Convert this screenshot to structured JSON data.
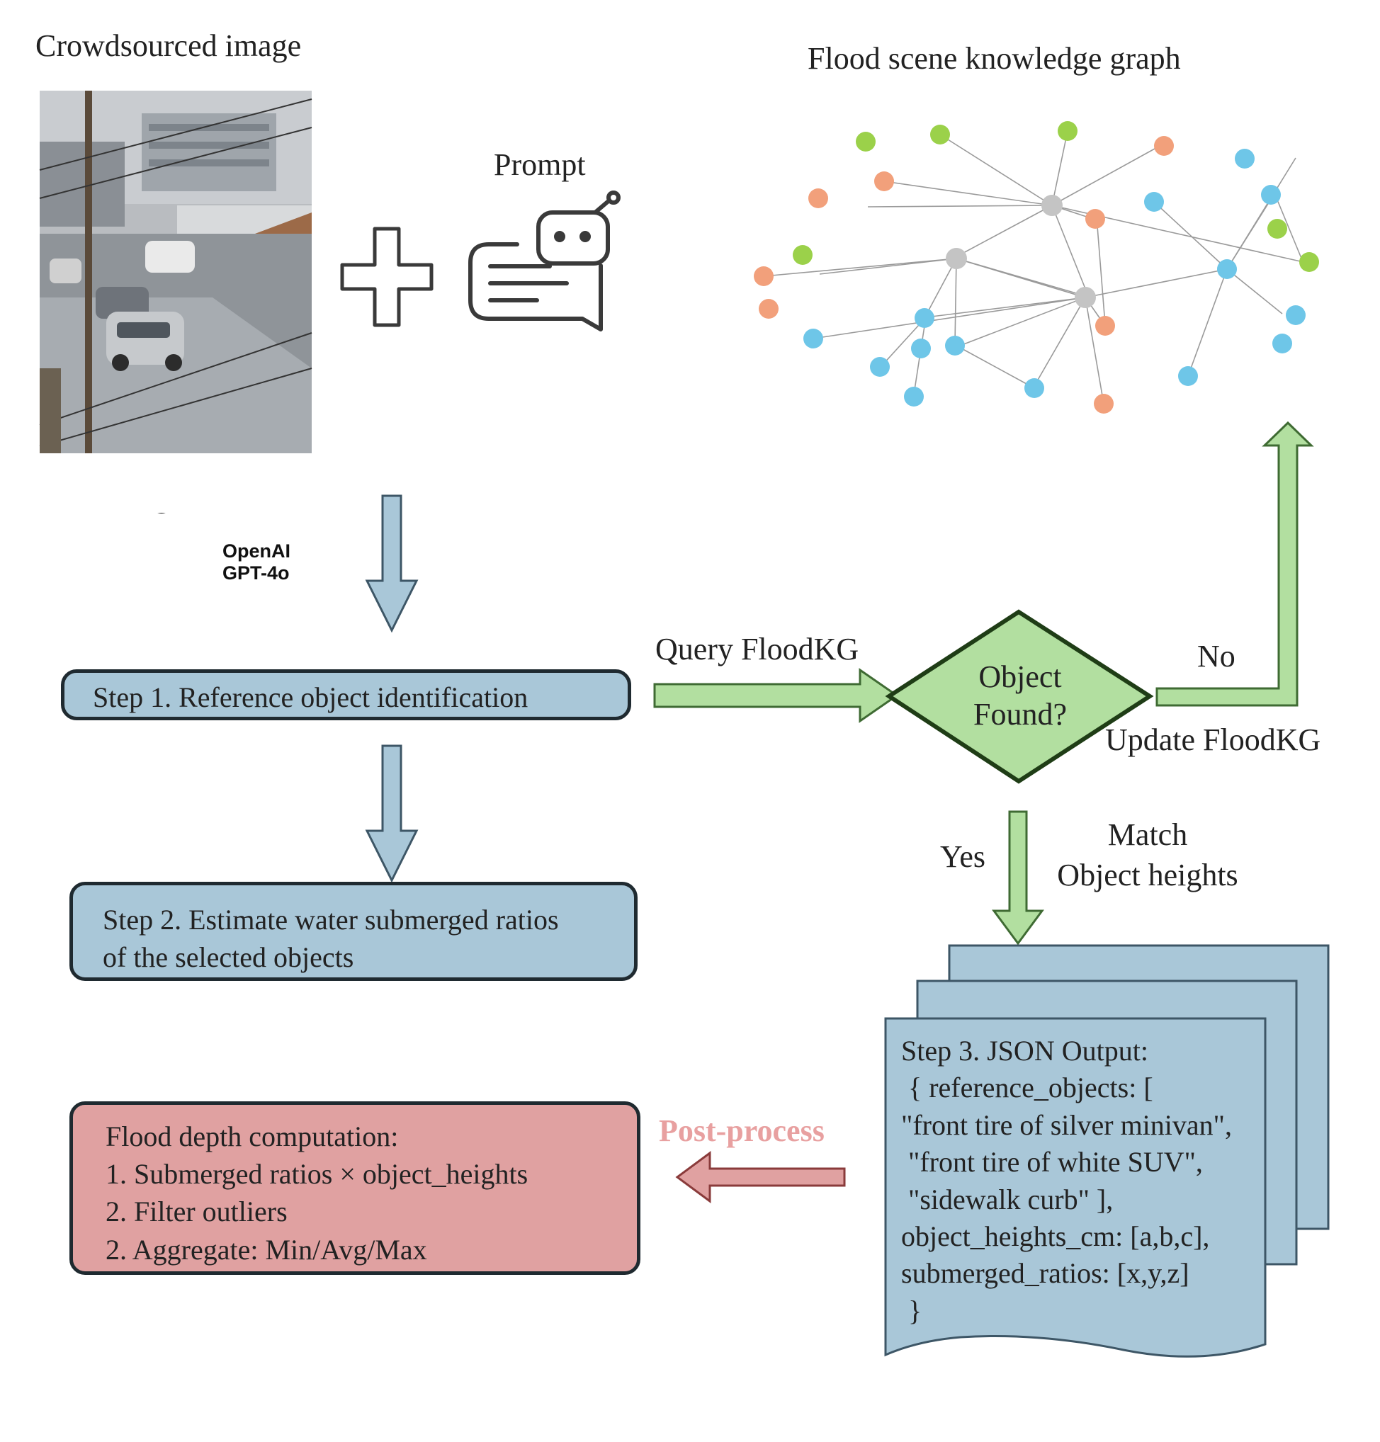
{
  "labels": {
    "crowdsourced_image": "Crowdsourced image",
    "prompt": "Prompt",
    "flood_kg_title": "Flood scene knowledge graph",
    "openai": "OpenAI",
    "gpt4o": "GPT-4o",
    "query_floodkg": "Query FloodKG",
    "no": "No",
    "update_floodkg": "Update FloodKG",
    "yes": "Yes",
    "match_line1": "Match",
    "match_line2": "Object heights",
    "post_process": "Post-process"
  },
  "decision": {
    "line1": "Object",
    "line2": "Found?"
  },
  "step1": {
    "text": "Step 1. Reference object identification"
  },
  "step2": {
    "line1": "Step 2. Estimate water submerged ratios",
    "line2": "of the selected objects"
  },
  "step3": {
    "lines": [
      "Step 3. JSON Output:",
      " { reference_objects: [",
      "\"front tire of silver minivan\",",
      " \"front tire of white SUV\",",
      " \"sidewalk curb\" ],",
      "object_heights_cm: [a,b,c],",
      "submerged_ratios: [x,y,z]",
      " }"
    ]
  },
  "flood_depth": {
    "title": "Flood depth computation:",
    "items": [
      "1. Submerged ratios × object_heights",
      "2. Filter outliers",
      "2. Aggregate: Min/Avg/Max"
    ]
  },
  "colors": {
    "box_blue": "#a9c7d8",
    "box_red": "#e0a1a1",
    "arrow_blue": "#a9c7d8",
    "arrow_green": "#b2dfa0",
    "arrow_red": "#e0a1a1",
    "diamond": "#b2dfa0",
    "post_process_text": "#e8a0a0",
    "node_green": "#9bd14a",
    "node_orange": "#f2a07b",
    "node_blue": "#6ec6e8",
    "node_gray": "#c4c4c4"
  }
}
